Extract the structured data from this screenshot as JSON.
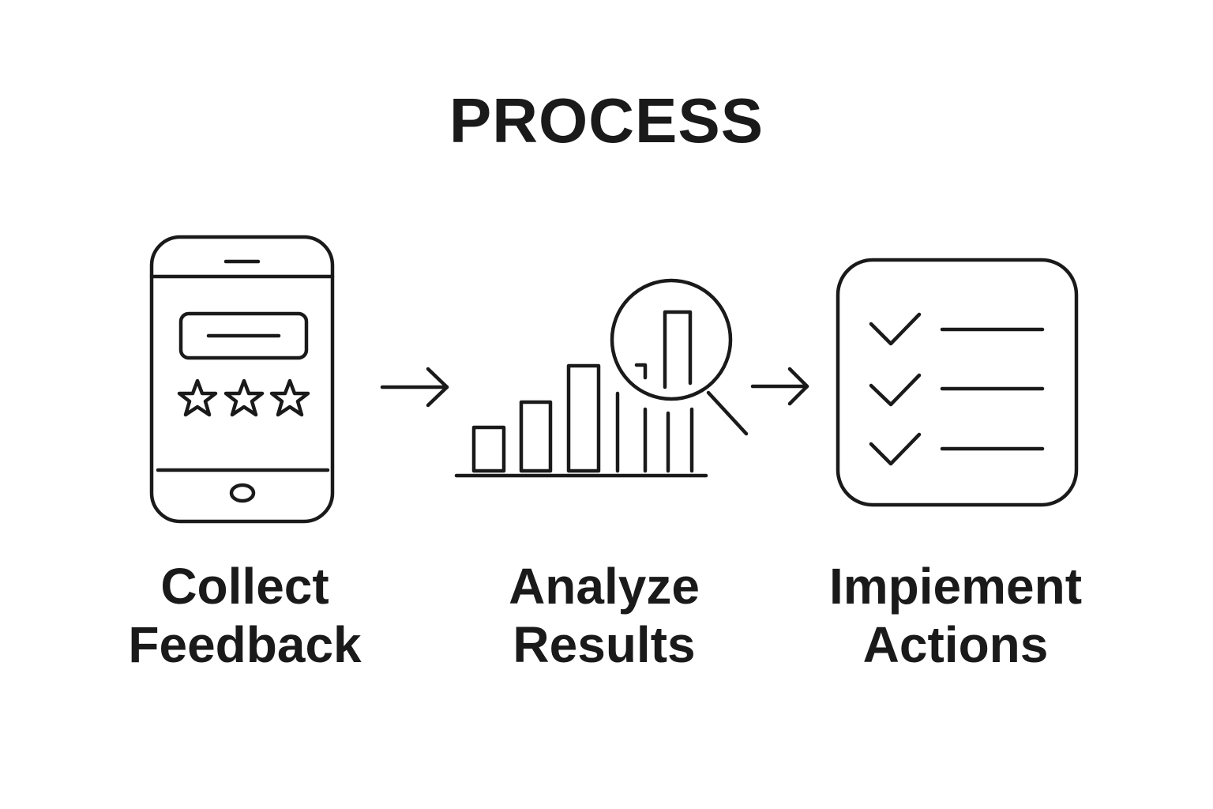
{
  "title": "PROCESS",
  "colors": {
    "stroke": "#1a1a1a",
    "background": "#ffffff"
  },
  "steps": [
    {
      "icon": "smartphone-rating-icon",
      "line1": "Collect",
      "line2": "Feedback"
    },
    {
      "icon": "bar-chart-magnifier-icon",
      "line1": "Analyze",
      "line2": "Results"
    },
    {
      "icon": "checklist-icon",
      "line1": "Impiement",
      "line2": "Actions"
    }
  ],
  "connectors": [
    "arrow-right-icon",
    "arrow-right-icon"
  ]
}
